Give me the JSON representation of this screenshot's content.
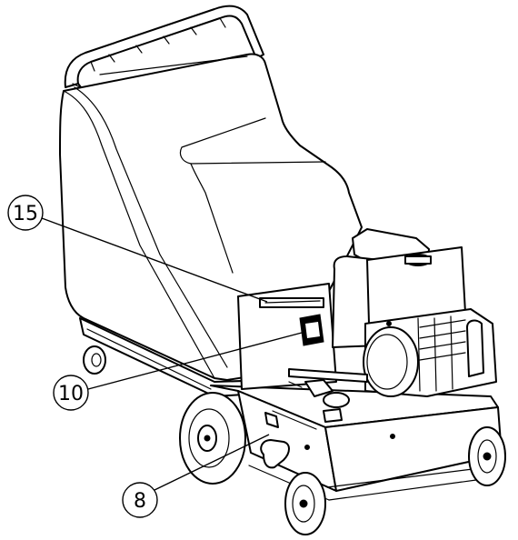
{
  "callouts": [
    {
      "label": "15"
    },
    {
      "label": "10"
    },
    {
      "label": "8"
    }
  ]
}
